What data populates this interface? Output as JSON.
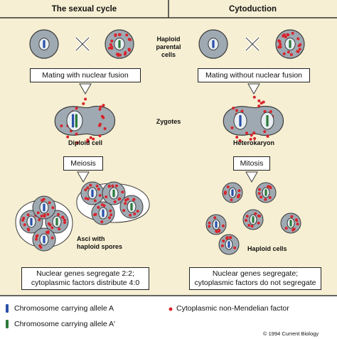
{
  "headers": {
    "left": "The sexual cycle",
    "right": "Cytoduction"
  },
  "center_labels": {
    "parental": "Haploid\nparental\ncells",
    "zygotes": "Zygotes"
  },
  "left": {
    "step1": "Mating with nuclear fusion",
    "zygote_label": "Diploid cell",
    "step2": "Meiosis",
    "asci_label": "Asci with\nhaploid spores",
    "result": "Nuclear genes segregate 2:2;\ncytoplasmic factors distribute 4:0"
  },
  "right": {
    "step1": "Mating without nuclear fusion",
    "zygote_label": "Heterokaryon",
    "step2": "Mitosis",
    "cells_label": "Haploid cells",
    "result": "Nuclear genes segregate;\ncytoplasmic factors do not segregate"
  },
  "legend": {
    "chromosome_a": "Chromosome carrying allele A",
    "chromosome_a_prime": "Chromosome carrying allele A′",
    "cytoplasmic": "Cytoplasmic non-Mendelian factor"
  },
  "credit": "© 1994 Current Biology",
  "colors": {
    "background": "#f6efd3",
    "legend_background": "#ffffff",
    "cell_gray": "#9fa9b2",
    "cell_outline": "#3b3b3b",
    "nucleus_fill": "#e8eef2",
    "allele_a": "#2a4fa8",
    "allele_a_prime": "#2c7a3a",
    "cytoplasmic_factor": "#d8252b",
    "divider": "#333333"
  }
}
